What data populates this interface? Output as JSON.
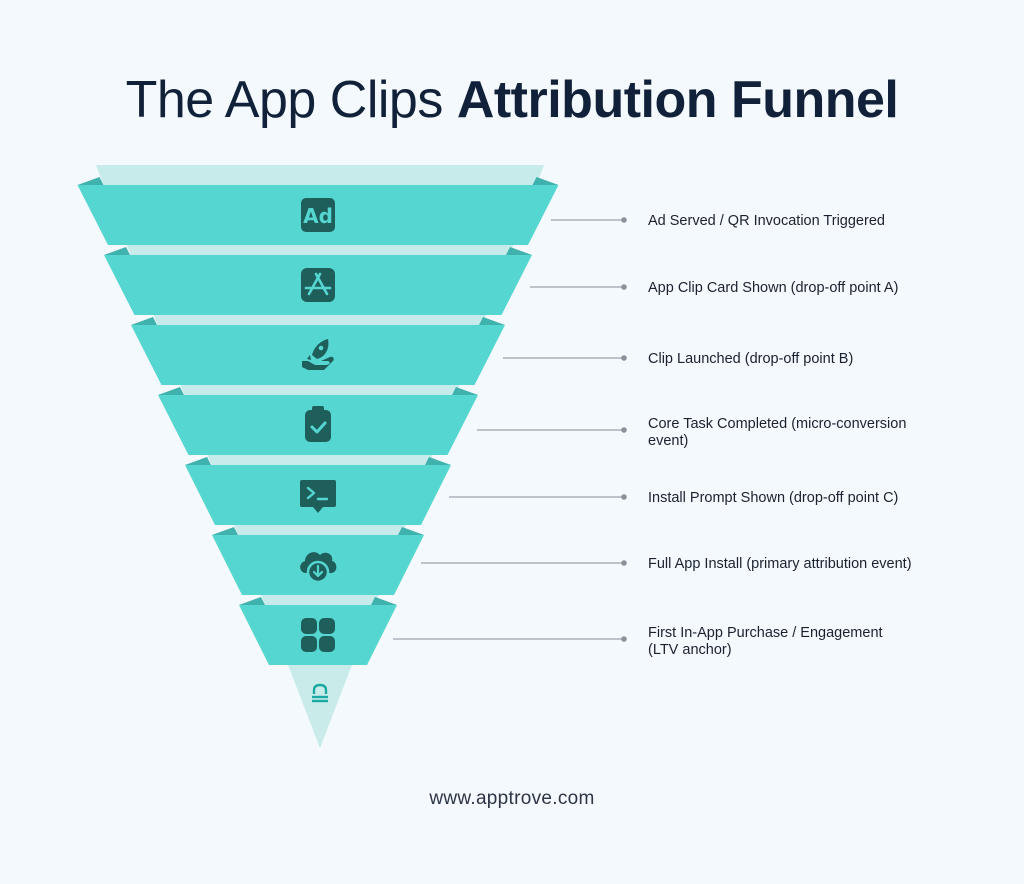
{
  "title": {
    "regular": "The App Clips",
    "bold": "Attribution Funnel"
  },
  "colors": {
    "background": "#f3f9fd",
    "band": "#56d6d1",
    "band_shadow": "#3fb2ad",
    "band_back": "#c6ebea",
    "icon": "#1e5f5b",
    "leader": "#9aa3ab",
    "text": "#1a2230"
  },
  "stages": [
    {
      "icon": "ad-icon",
      "label_lines": [
        "Ad Served / QR Invocation Triggered"
      ]
    },
    {
      "icon": "app-store-icon",
      "label_lines": [
        "App Clip Card Shown  (drop-off point A)"
      ]
    },
    {
      "icon": "launch-rocket-hand-icon",
      "label_lines": [
        "Clip Launched  (drop-off point B)"
      ]
    },
    {
      "icon": "clipboard-check-icon",
      "label_lines": [
        "Core Task Completed  (micro-conversion",
        "event)"
      ]
    },
    {
      "icon": "terminal-prompt-icon",
      "label_lines": [
        " Install Prompt Shown  (drop-off point C)"
      ]
    },
    {
      "icon": "cloud-download-icon",
      "label_lines": [
        "Full App Install  (primary attribution event)"
      ]
    },
    {
      "icon": "grid-apps-icon",
      "label_lines": [
        "First In-App Purchase / Engagement",
        "(LTV anchor)"
      ]
    }
  ],
  "tip_icon": "anchor-icon",
  "footer": "www.apptrove.com"
}
